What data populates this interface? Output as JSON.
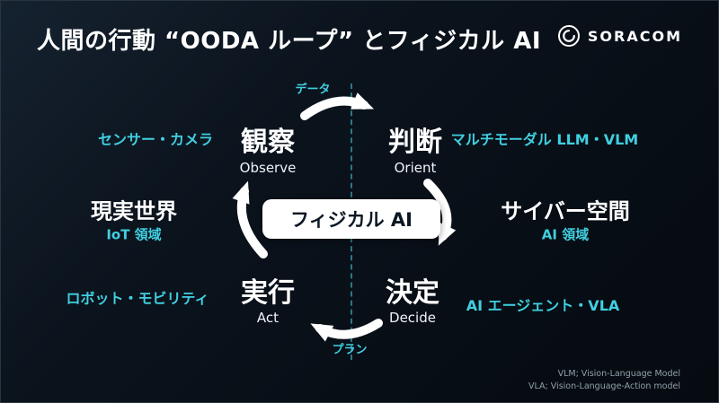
{
  "slide": {
    "title": "人間の行動 “OODA ループ” とフィジカル AI",
    "brand": "SORACOM"
  },
  "center": {
    "label": "フィジカル AI"
  },
  "nodes": {
    "observe": {
      "jp": "観察",
      "en": "Observe",
      "side": "センサー・カメラ"
    },
    "orient": {
      "jp": "判断",
      "en": "Orient",
      "side": "マルチモーダル LLM・VLM"
    },
    "decide": {
      "jp": "決定",
      "en": "Decide",
      "side": "AI エージェント・VLA"
    },
    "act": {
      "jp": "実行",
      "en": "Act",
      "side": "ロボット・モビリティ"
    }
  },
  "domains": {
    "left": {
      "title": "現実世界",
      "sub": "IoT 領域"
    },
    "right": {
      "title": "サイバー空間",
      "sub": "AI 領域"
    }
  },
  "arrow_labels": {
    "top": "データ",
    "bottom": "プラン"
  },
  "footnotes": [
    "VLM; Vision-Language Model",
    "VLA; Vision-Language-Action model"
  ],
  "colors": {
    "accent": "#41CFE0",
    "background": "#0B131D",
    "text": "#FFFFFF"
  }
}
